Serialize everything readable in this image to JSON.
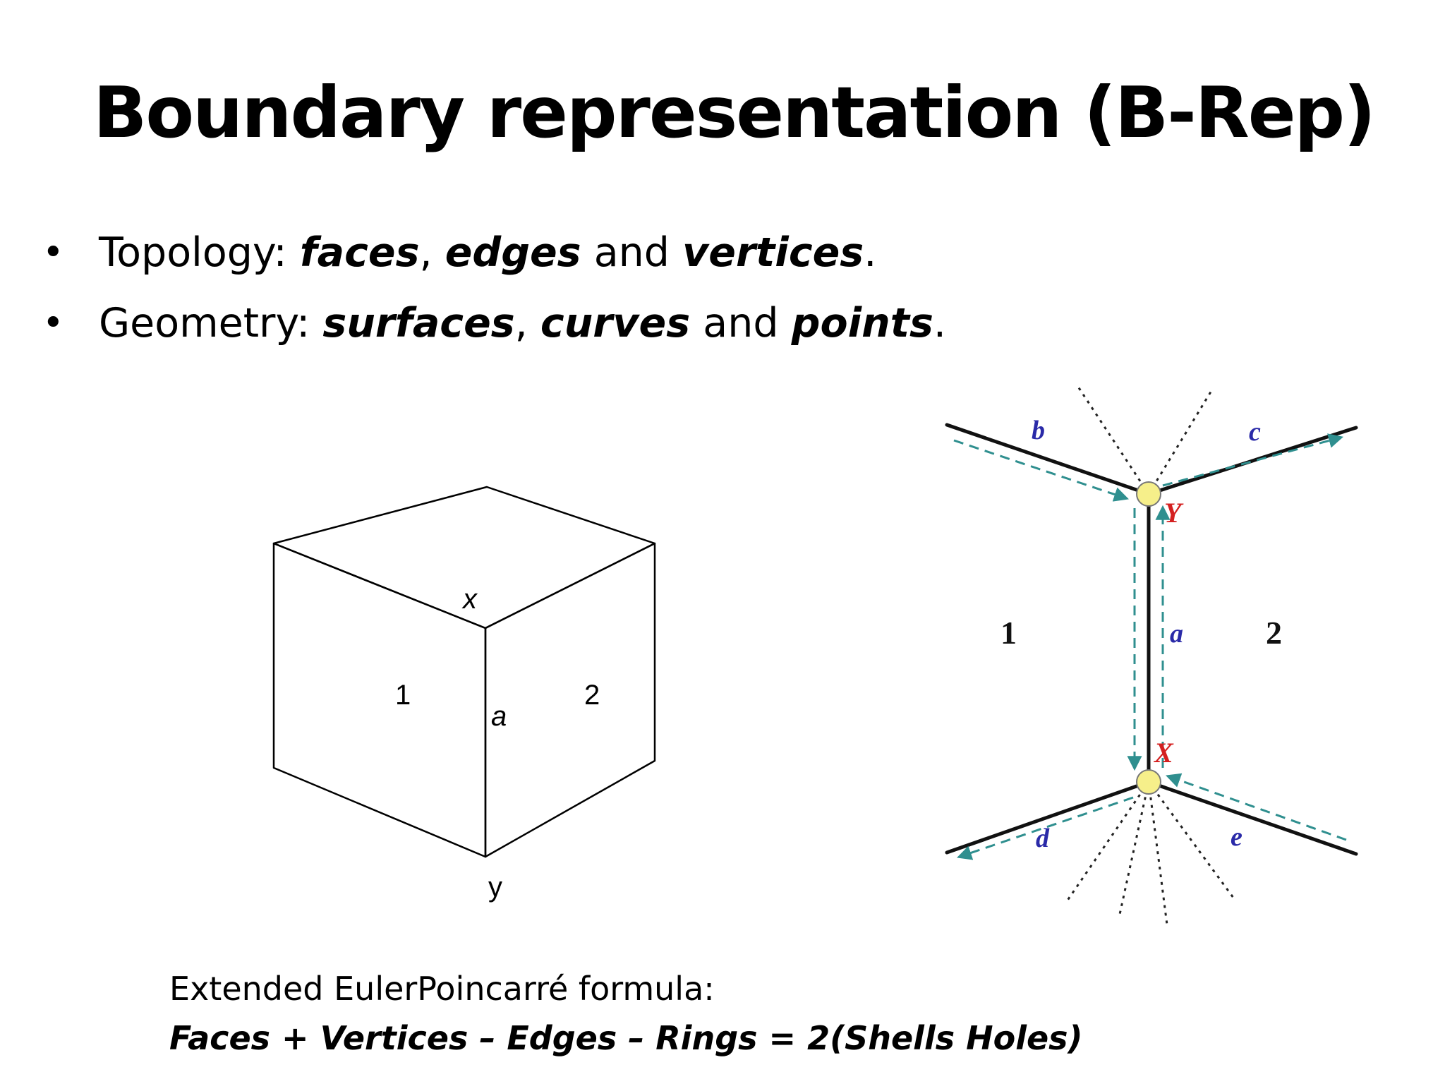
{
  "title": "Boundary representation (B-Rep)",
  "bullets": [
    {
      "label": "Topology:",
      "term1": "faces",
      "sep": ",",
      "term2": "edges",
      "conj": "and",
      "term3": "vertices",
      "end": "."
    },
    {
      "label": "Geometry:",
      "term1": "surfaces",
      "sep": ",",
      "term2": "curves",
      "conj": "and",
      "term3": "points",
      "end": "."
    }
  ],
  "cube": {
    "vertex_top": "x",
    "vertex_bottom": "y",
    "face_left": "1",
    "face_right": "2",
    "edge": "a"
  },
  "edge_graph": {
    "edge_b": "b",
    "edge_c": "c",
    "edge_a": "a",
    "edge_d": "d",
    "edge_e": "e",
    "vertex_Y": "Y",
    "vertex_X": "X",
    "face_left": "1",
    "face_right": "2",
    "colors": {
      "edge_label": "#2a2aa8",
      "vertex_label": "#d42020",
      "vertex_fill": "#f6ef8a",
      "arrow": "#2f8f8f"
    }
  },
  "formula": {
    "heading": "Extended EulerPoincarré formula:",
    "expression": "Faces + Vertices – Edges – Rings = 2(Shells  Holes)"
  }
}
